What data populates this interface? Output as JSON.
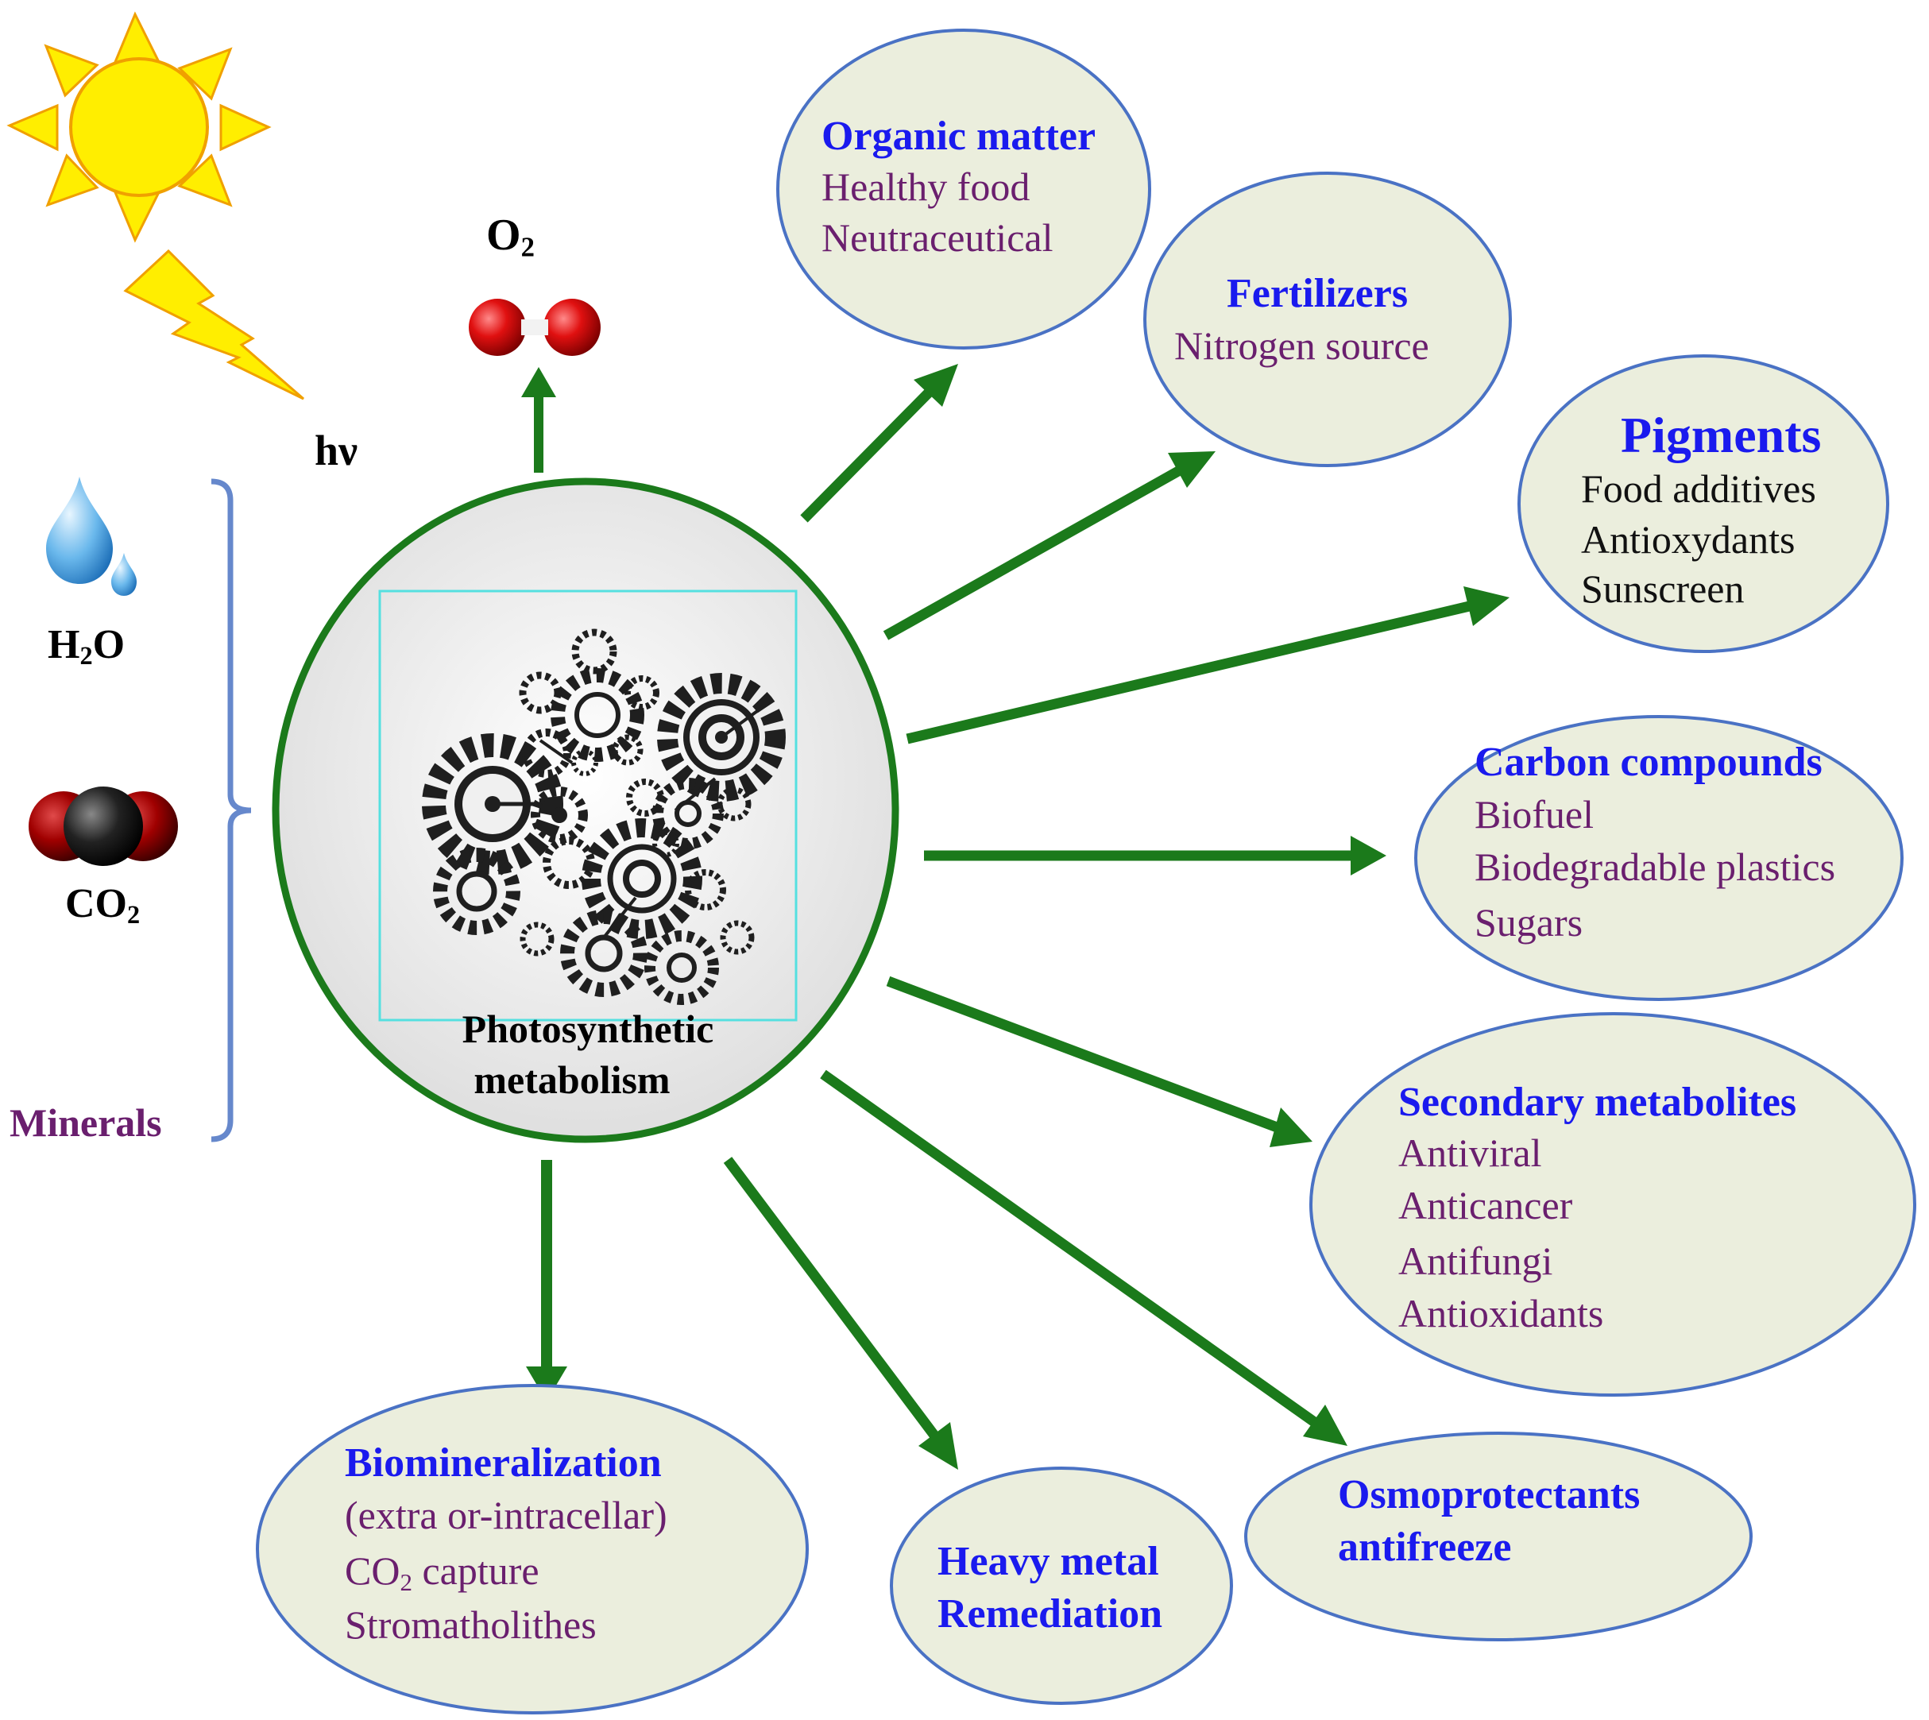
{
  "inputs": {
    "light": "hν",
    "oxygen": {
      "base": "O",
      "sub": "2"
    },
    "water": {
      "base": "H",
      "sub": "2",
      "tail": "O"
    },
    "co2": {
      "base": "CO",
      "sub": "2"
    },
    "minerals": "Minerals"
  },
  "center": {
    "line1": "Photosynthetic",
    "line2": "metabolism"
  },
  "products": {
    "organic": {
      "title": "Organic matter",
      "items": [
        "Healthy food",
        "Neutraceutical"
      ]
    },
    "fertilizers": {
      "title": "Fertilizers",
      "items": [
        "Nitrogen source"
      ]
    },
    "pigments": {
      "title": "Pigments",
      "items": [
        "Food additives",
        "Antioxydants",
        "Sunscreen"
      ]
    },
    "carbon": {
      "title": "Carbon compounds",
      "items": [
        "Biofuel",
        "Biodegradable plastics",
        "Sugars"
      ]
    },
    "secondary": {
      "title": "Secondary metabolites",
      "items": [
        "Antiviral",
        "Anticancer",
        "Antifungi",
        "Antioxidants"
      ]
    },
    "osmo": {
      "title_line1": "Osmoprotectants",
      "title_line2": "antifreeze"
    },
    "heavy": {
      "title_line1": "Heavy metal",
      "title_line2": "Remediation"
    },
    "biomin": {
      "title": "Biomineralization",
      "items": [
        "(extra or-intracellar)",
        "Stromatholithes"
      ],
      "co2_capture": {
        "base": "CO",
        "sub": "2",
        "tail": " capture"
      }
    }
  },
  "colors": {
    "arrow": "#1b7a1b",
    "bubble_fill": "#ebeedd",
    "bubble_stroke": "#4a72c4",
    "center_ring": "#1b7a1b",
    "sun": "#ffee00",
    "sun_stroke": "#f0a000",
    "bracket": "#6688cc",
    "title_blue": "#1a1aee",
    "item_purple": "#6a1f6e"
  },
  "icons": [
    "sun-icon",
    "lightning-icon",
    "oxygen-molecule-icon",
    "water-drop-icon",
    "co2-molecule-icon",
    "gears-icon"
  ]
}
